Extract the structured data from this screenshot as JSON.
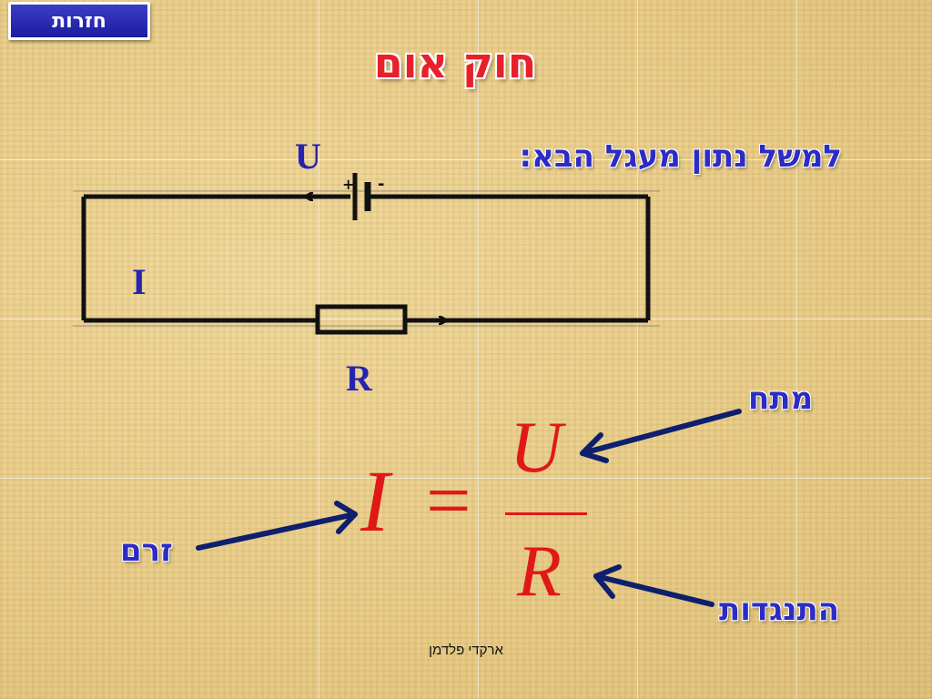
{
  "nav": {
    "back_label": "חזרות"
  },
  "slide": {
    "title": "חוק אום",
    "subtitle": "למשל נתון מעגל הבא:",
    "footer": "ארקדי פלדמן"
  },
  "circuit": {
    "voltage_label": "U",
    "current_label": "I",
    "resistance_label": "R",
    "plus_sign": "+",
    "minus_sign": "-"
  },
  "formula": {
    "lhs": "I",
    "equals": "=",
    "numerator": "U",
    "denominator": "R"
  },
  "annotations": {
    "voltage": "מתח",
    "current": "זרם",
    "resistance": "התנגדות"
  },
  "colors": {
    "title": "#e8202a",
    "heading": "#2c2cc4",
    "formula": "#e01818",
    "arrow": "#0e1f6e",
    "wire": "#111111"
  }
}
